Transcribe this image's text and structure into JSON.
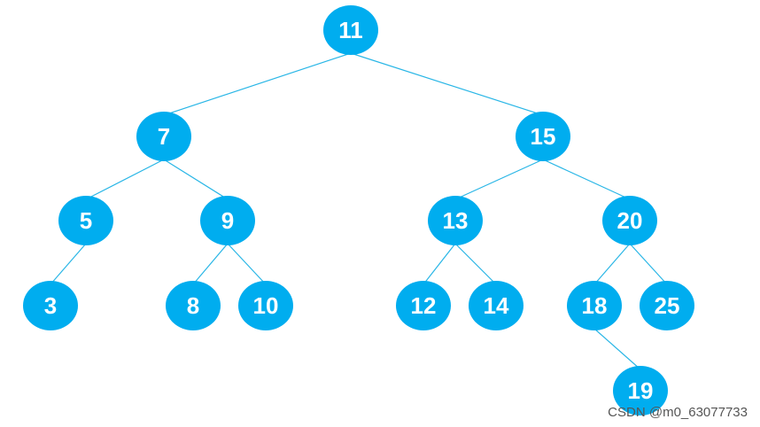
{
  "diagram": {
    "colors": {
      "node_fill": "#00adef",
      "edge": "#29b6e6",
      "label": "#ffffff"
    },
    "nodes": [
      {
        "id": "n11",
        "label": "11"
      },
      {
        "id": "n7",
        "label": "7"
      },
      {
        "id": "n15",
        "label": "15"
      },
      {
        "id": "n5",
        "label": "5"
      },
      {
        "id": "n9",
        "label": "9"
      },
      {
        "id": "n13",
        "label": "13"
      },
      {
        "id": "n20",
        "label": "20"
      },
      {
        "id": "n3",
        "label": "3"
      },
      {
        "id": "n8",
        "label": "8"
      },
      {
        "id": "n10",
        "label": "10"
      },
      {
        "id": "n12",
        "label": "12"
      },
      {
        "id": "n14",
        "label": "14"
      },
      {
        "id": "n18",
        "label": "18"
      },
      {
        "id": "n25",
        "label": "25"
      },
      {
        "id": "n19",
        "label": "19"
      }
    ],
    "edges": [
      [
        "n11",
        "n7"
      ],
      [
        "n11",
        "n15"
      ],
      [
        "n7",
        "n5"
      ],
      [
        "n7",
        "n9"
      ],
      [
        "n15",
        "n13"
      ],
      [
        "n15",
        "n20"
      ],
      [
        "n5",
        "n3"
      ],
      [
        "n9",
        "n8"
      ],
      [
        "n9",
        "n10"
      ],
      [
        "n13",
        "n12"
      ],
      [
        "n13",
        "n14"
      ],
      [
        "n20",
        "n18"
      ],
      [
        "n20",
        "n25"
      ],
      [
        "n18",
        "n19"
      ]
    ]
  },
  "watermark": "CSDN @m0_63077733"
}
